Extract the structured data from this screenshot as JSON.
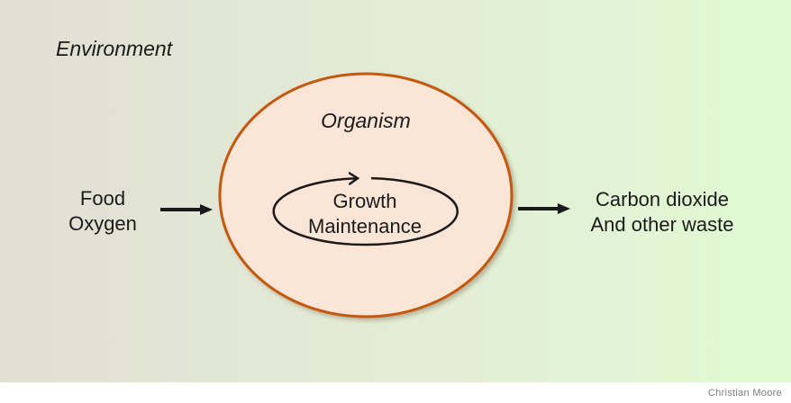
{
  "slide": {
    "environment_label": "Environment",
    "organism_label": "Organism",
    "cycle_label": "Growth\nMaintenance",
    "input_label": "Food\nOxygen",
    "output_label": "Carbon dioxide\nAnd other waste"
  },
  "footer": {
    "credit": "Christian Moore"
  },
  "colors": {
    "bg_left": "#e1dfd3",
    "bg_mid": "#e3e9d6",
    "bg_right": "#e1fad4",
    "organism_fill": "#fbe5d7",
    "organism_stroke": "#c45911",
    "line_color": "#1a1a1a",
    "text_color": "#1b1b1b",
    "credit_color": "#7f7f7f"
  }
}
